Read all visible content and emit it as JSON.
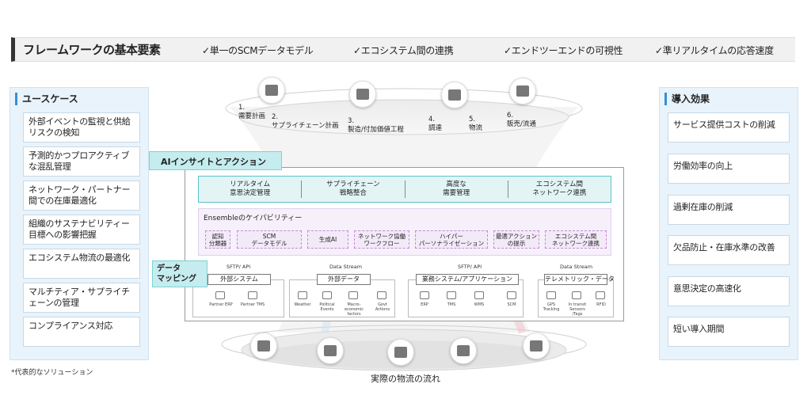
{
  "header": {
    "title": "フレームワークの基本要素",
    "items": [
      "✓単一のSCMデータモデル",
      "✓エコシステム間の連携",
      "✓エンドツーエンドの可視性",
      "✓準リアルタイムの応答速度"
    ]
  },
  "use_cases": {
    "title": "ユースケース",
    "items": [
      "外部イベントの監視と供給リスクの検知",
      "予測的かつプロアクティブな混乱管理",
      "ネットワーク・パートナー間での在庫最適化",
      "組織のサステナビリティー目標への影響把握",
      "エコシステム物流の最適化",
      "マルチティア・サプライチェーンの管理",
      "コンプライアンス対応"
    ]
  },
  "benefits": {
    "title": "導入効果",
    "items": [
      "サービス提供コストの削減",
      "労働効率の向上",
      "過剰在庫の削減",
      "欠品防止・在庫水準の改善",
      "意思決定の高速化",
      "短い導入期間"
    ]
  },
  "processes": [
    {
      "num": "1.",
      "label": "需要計画"
    },
    {
      "num": "2.",
      "label": "サプライチェーン計画"
    },
    {
      "num": "3.",
      "label": "製造/付加価値工程"
    },
    {
      "num": "4.",
      "label": "調達"
    },
    {
      "num": "5.",
      "label": "物流"
    },
    {
      "num": "6.",
      "label": "販売/流通"
    }
  ],
  "ai": {
    "title": "AIインサイトとアクション",
    "insights": [
      [
        "リアルタイム",
        "意思決定管理"
      ],
      [
        "サプライチェーン",
        "戦略整合"
      ],
      [
        "高度な",
        "需要管理"
      ],
      [
        "エコシステム間",
        "ネットワーク連携"
      ]
    ]
  },
  "ensemble": {
    "title": "Ensembleのケイパビリティー",
    "caps": [
      [
        "認知",
        "分類器"
      ],
      [
        "SCM",
        "データモデル"
      ],
      [
        "生成AI"
      ],
      [
        "ネットワーク協働",
        "ワークフロー"
      ],
      [
        "ハイパー",
        "パーソナライゼーション"
      ],
      [
        "最適アクション",
        "の提示"
      ],
      [
        "エコシステム間",
        "ネットワーク連携"
      ]
    ]
  },
  "data_mapping": {
    "title": [
      "データ",
      "マッピング"
    ],
    "groups": [
      {
        "protocol": "SFTP/ API",
        "title": "外部システム",
        "items": [
          "Partner ERP",
          "Partner TMS"
        ]
      },
      {
        "protocol": "Data Stream",
        "title": "外部データ",
        "items": [
          "Weather",
          "Political Events",
          "Macro-economic factors",
          "Govt Actions"
        ]
      },
      {
        "protocol": "SFTP/ API",
        "title": "業務システム/アプリケーション",
        "items": [
          "ERP",
          "TMS",
          "WMS",
          "SCM"
        ]
      },
      {
        "protocol": "Data Stream",
        "title": "テレメトリック・データ",
        "items": [
          "GPS Tracking",
          "In transit Sensors /Tags",
          "RFID"
        ]
      }
    ]
  },
  "bottom_label": "実際の物流の流れ",
  "footnote": "*代表的なソリューション",
  "colors": {
    "accent_teal": "#5cc3c8",
    "panel_blue": "#e8f3fb",
    "purple_dash": "#c48bd6",
    "header_bar": "#333333"
  }
}
